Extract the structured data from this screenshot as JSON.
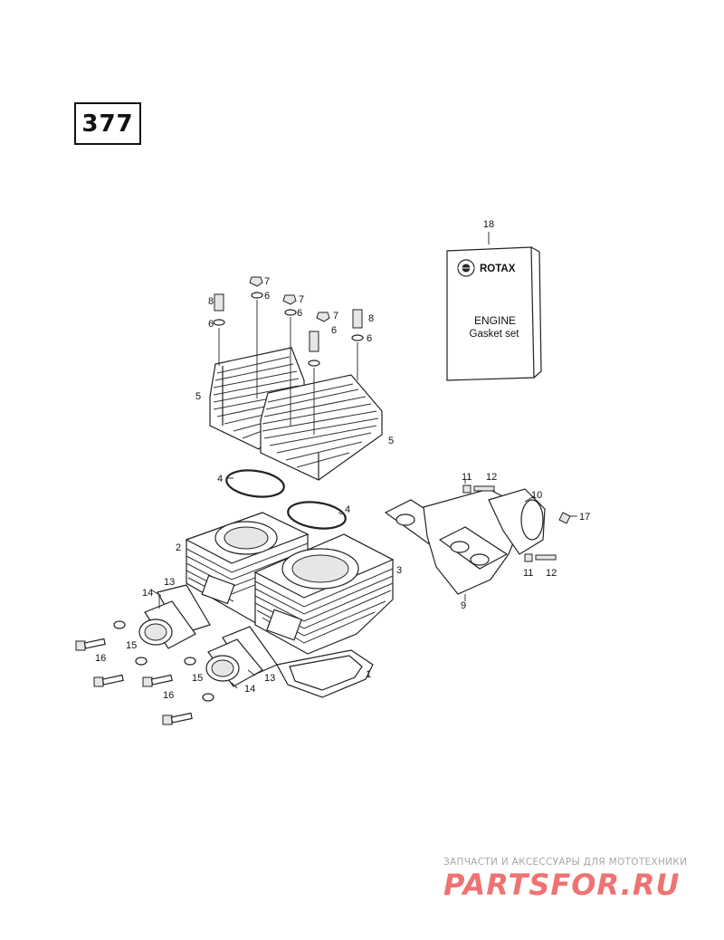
{
  "page_number": "377",
  "gasket_set": {
    "callout": "18",
    "brand": "ROTAX",
    "line1": "ENGINE",
    "line2": "Gasket set"
  },
  "callouts": {
    "c1": "1",
    "c2": "2",
    "c3": "3",
    "c4a": "4",
    "c4b": "4",
    "c5a": "5",
    "c5b": "5",
    "c6a": "6",
    "c6b": "6",
    "c6c": "6",
    "c6d": "6",
    "c6e": "6",
    "c7a": "7",
    "c7b": "7",
    "c7c": "7",
    "c8a": "8",
    "c8b": "8",
    "c9": "9",
    "c10": "10",
    "c11a": "11",
    "c11b": "11",
    "c12a": "12",
    "c12b": "12",
    "c13a": "13",
    "c13b": "13",
    "c14a": "14",
    "c14b": "14",
    "c15a": "15",
    "c15b": "15",
    "c16a": "16",
    "c16b": "16",
    "c17": "17"
  },
  "watermark": {
    "tagline": "ЗАПЧАСТИ И АКСЕССУАРЫ ДЛЯ МОТОТЕХНИКИ",
    "logo": "PARTSFOR.RU"
  },
  "colors": {
    "line": "#222222",
    "watermark_gray": "#a8a8a8",
    "watermark_red": "#ef7373"
  }
}
